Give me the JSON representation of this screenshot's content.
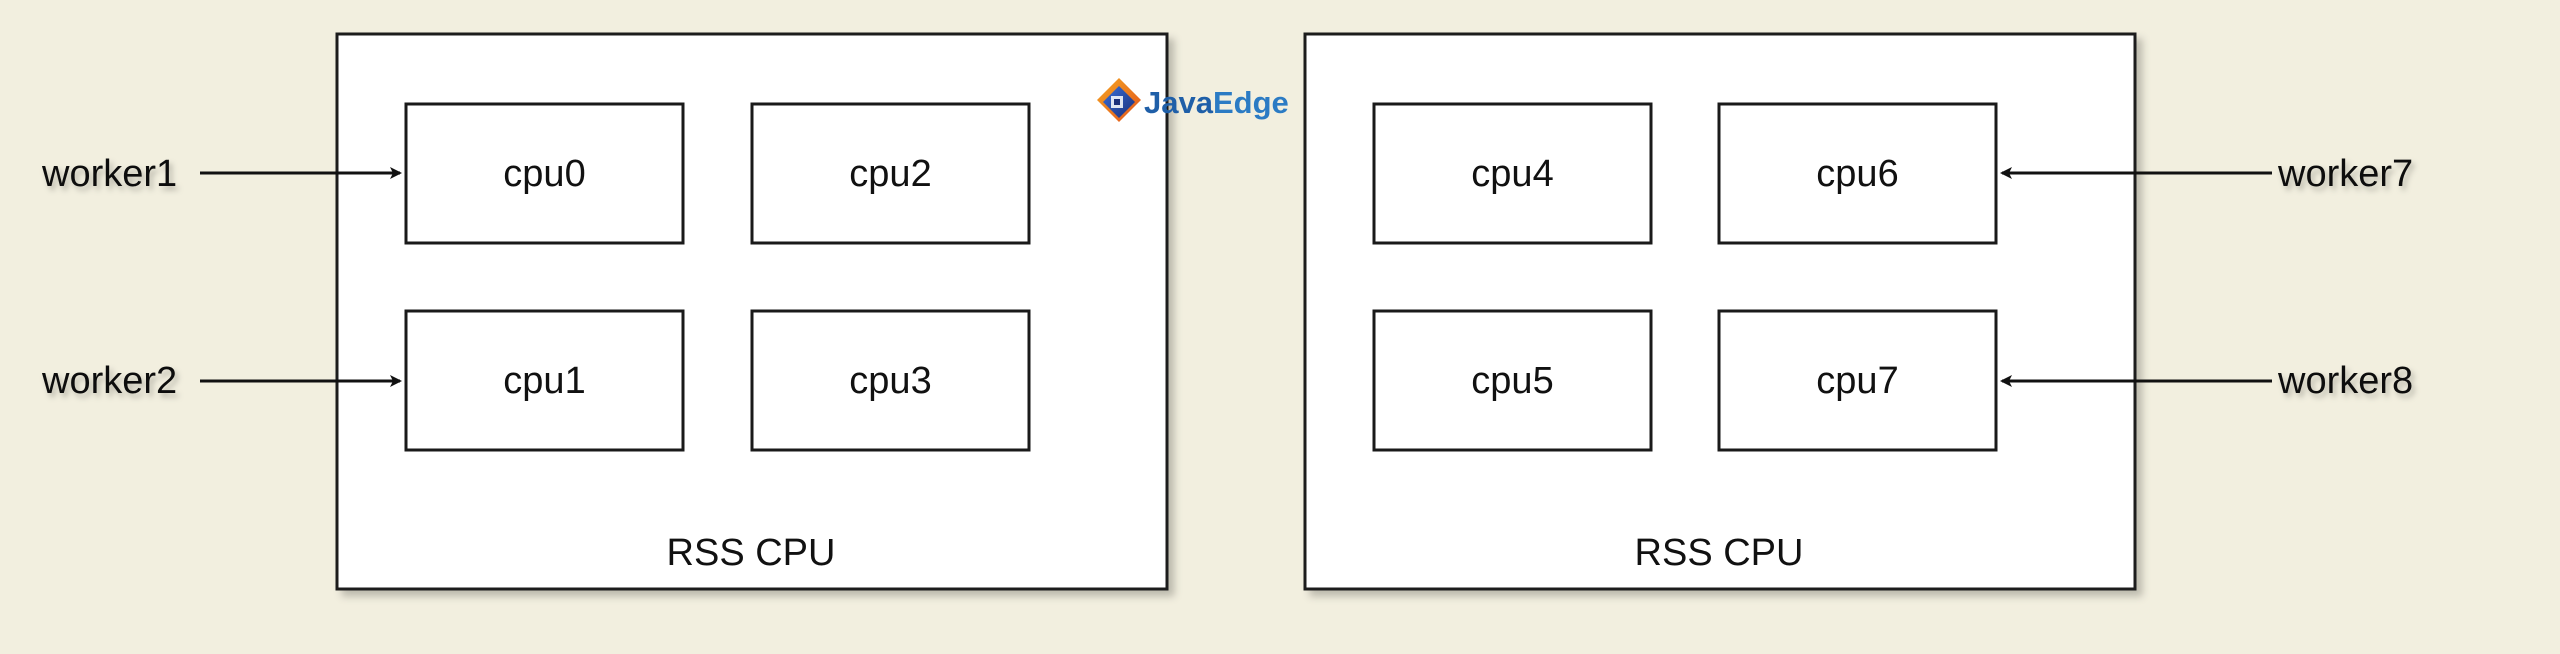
{
  "groups": [
    {
      "label": "RSS CPU",
      "cpus": [
        "cpu0",
        "cpu2",
        "cpu1",
        "cpu3"
      ]
    },
    {
      "label": "RSS CPU",
      "cpus": [
        "cpu4",
        "cpu6",
        "cpu5",
        "cpu7"
      ]
    }
  ],
  "workers": [
    "worker1",
    "worker2",
    "worker7",
    "worker8"
  ],
  "brand": {
    "name_part1": "Java",
    "name_part2": "Edge",
    "color1": "#1f5fa8",
    "color2": "#2b7bc4",
    "icon": "javaedge-logo-icon"
  },
  "colors": {
    "background": "#f2efdf",
    "box_fill": "#ffffff",
    "stroke": "#1a1a1a"
  }
}
